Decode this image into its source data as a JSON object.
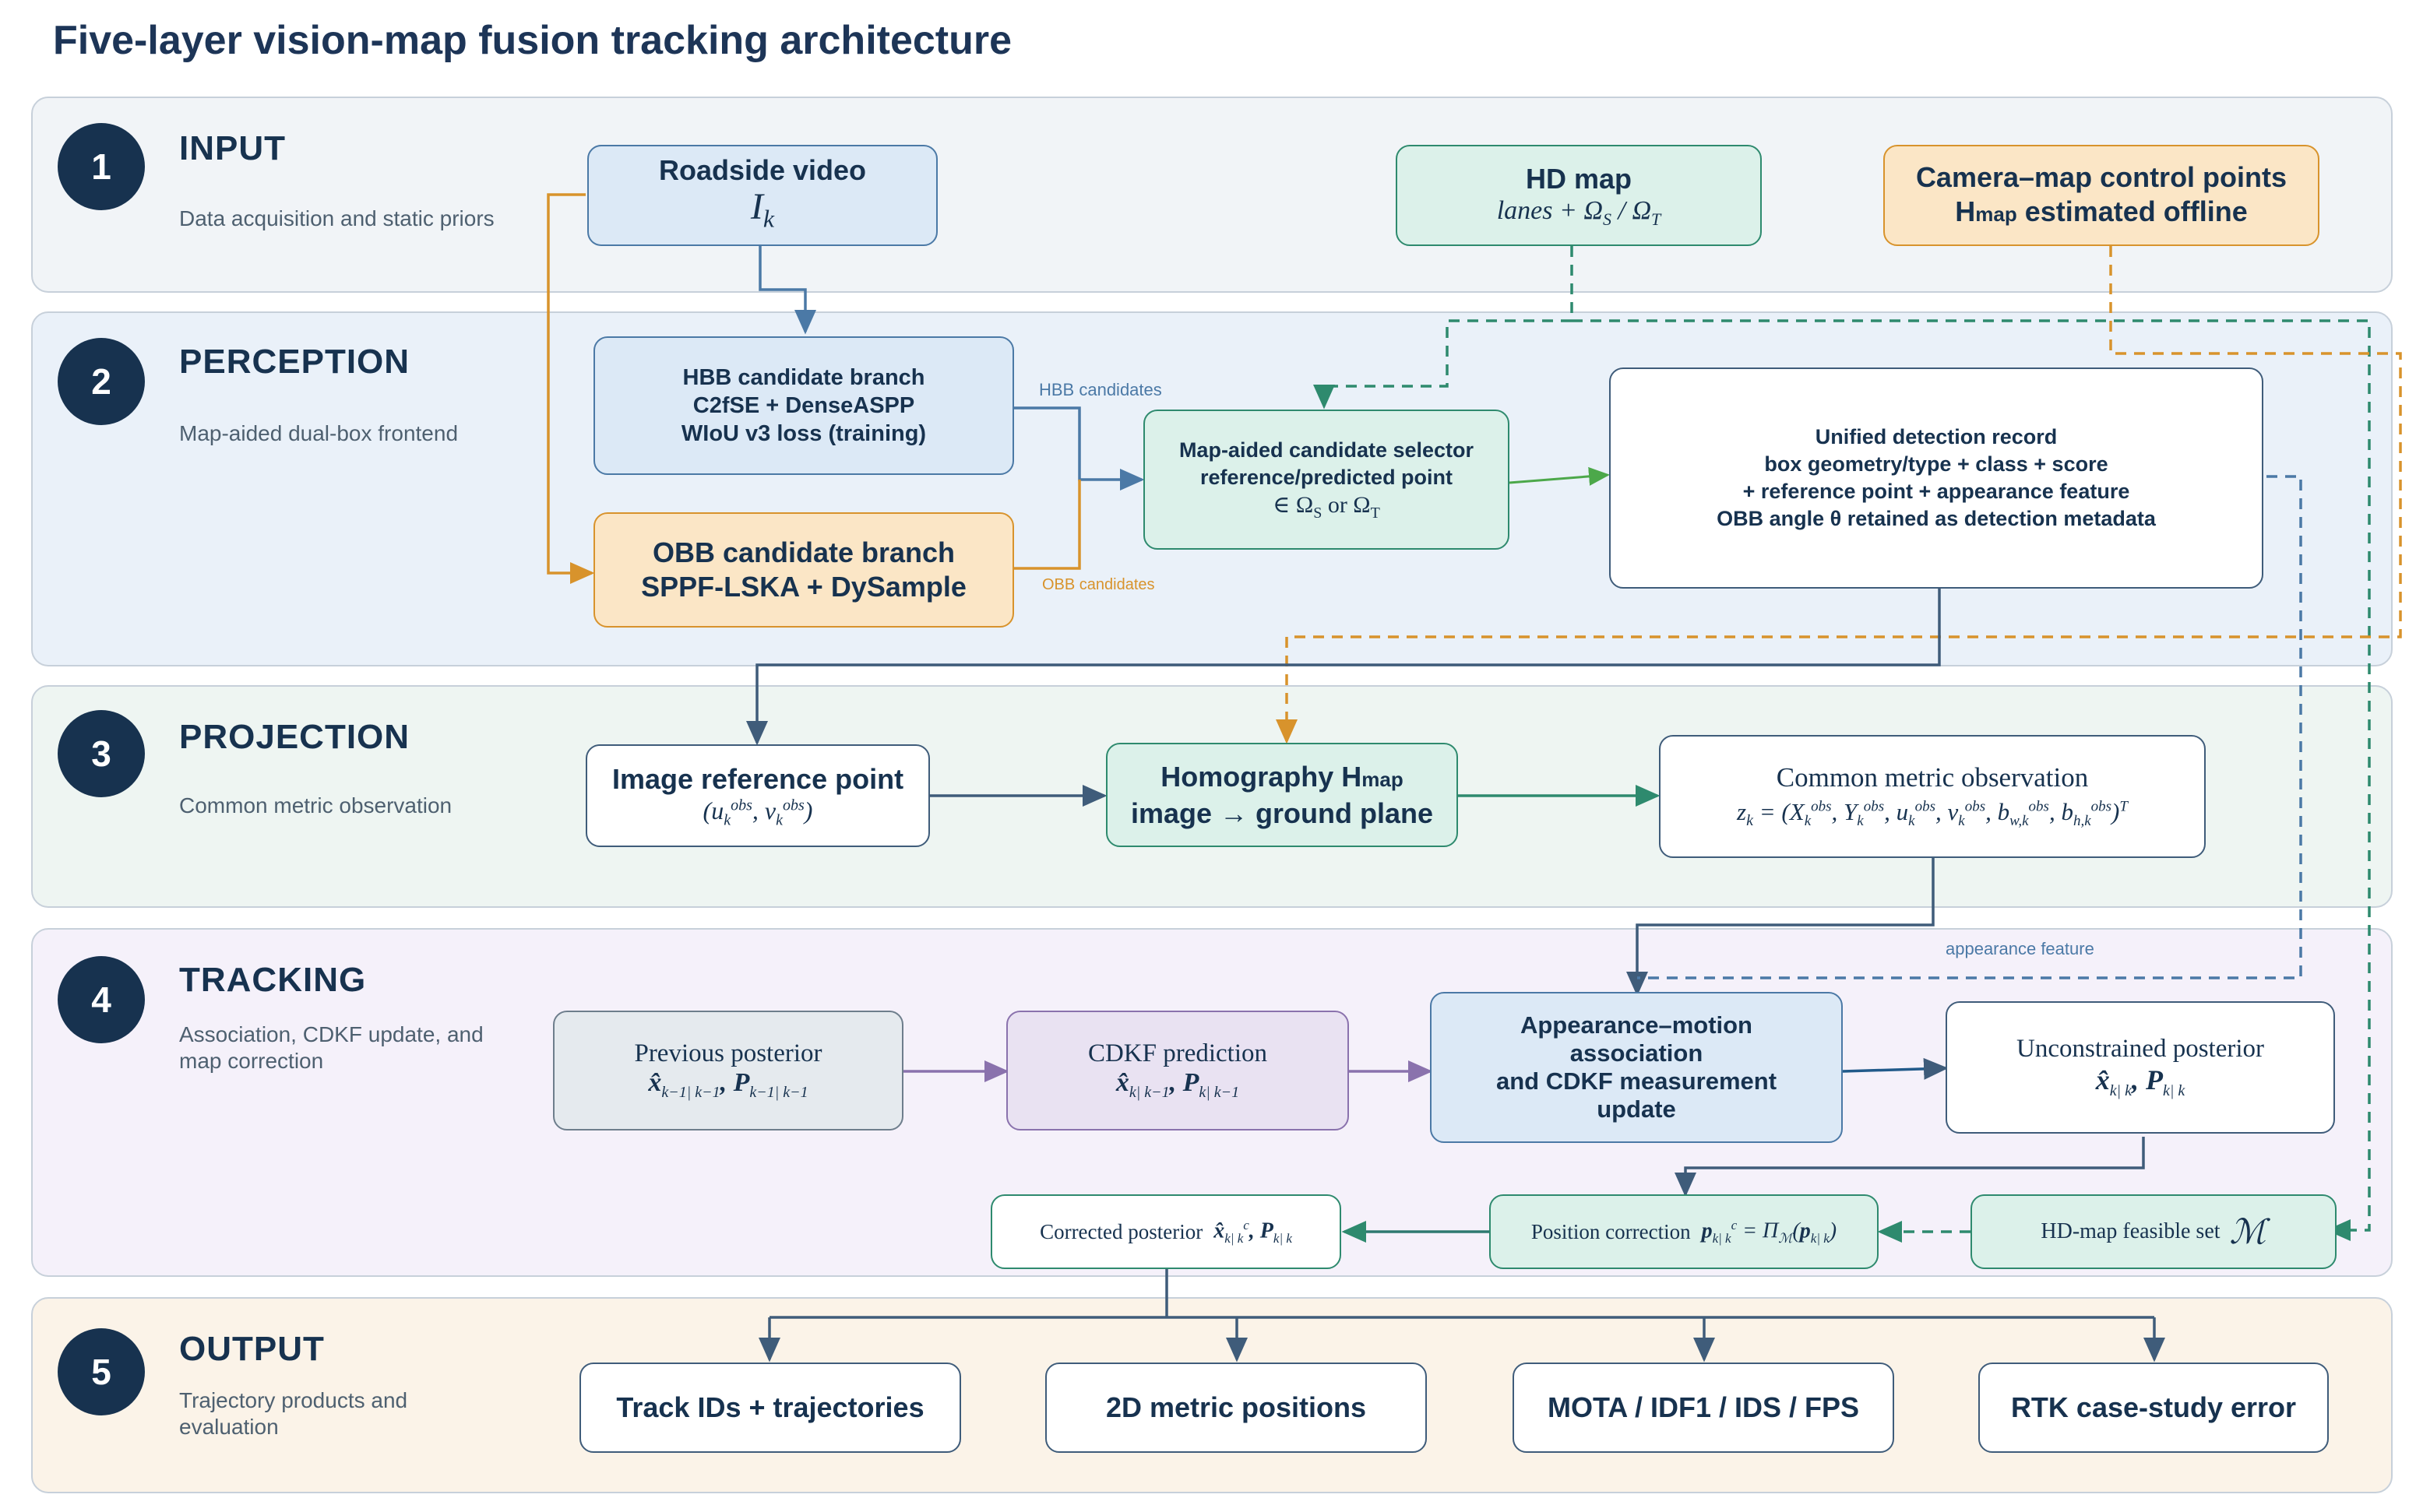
{
  "title": "Five-layer vision-map fusion tracking architecture",
  "layers": [
    {
      "number": "1",
      "name": "INPUT",
      "subtitle": "Data acquisition and static priors"
    },
    {
      "number": "2",
      "name": "PERCEPTION",
      "subtitle": "Map-aided dual-box frontend"
    },
    {
      "number": "3",
      "name": "PROJECTION",
      "subtitle": "Common metric observation"
    },
    {
      "number": "4",
      "name": "TRACKING",
      "subtitle": "Association, CDKF update, and map correction"
    },
    {
      "number": "5",
      "name": "OUTPUT",
      "subtitle": "Trajectory products and evaluation"
    }
  ],
  "input": {
    "video_title": "Roadside video",
    "video_symbol": "I",
    "video_subscript": "k",
    "hdmap_title": "HD map",
    "hdmap_formula": "lanes  + Ω",
    "hdmap_sub1": "S",
    "hdmap_sep": " / Ω",
    "hdmap_sub2": "T",
    "control_line1": "Camera–map control points",
    "control_line2_h": "H",
    "control_line2_sub": "map",
    "control_line2_rest": " estimated offline"
  },
  "perception": {
    "hbb_line1": "HBB candidate branch",
    "hbb_line2": "C2fSE + DenseASPP",
    "hbb_line3": "WIoU v3 loss (training)",
    "obb_line1": "OBB candidate branch",
    "obb_line2": "SPPF-LSKA + DySample",
    "selector_line1": "Map-aided candidate selector",
    "selector_line2": "reference/predicted point",
    "selector_line3a": "∈ Ω",
    "selector_sub1": "S",
    "selector_or": " or Ω",
    "selector_sub2": "T",
    "record_line1": "Unified detection record",
    "record_line2": "box geometry/type + class + score",
    "record_line3": "+ reference point + appearance feature",
    "record_line4": "OBB angle θ retained as detection metadata",
    "hbb_edge_label": "HBB candidates",
    "obb_edge_label": "OBB candidates"
  },
  "projection": {
    "refpoint_title": "Image reference point",
    "refpoint_formula": "(u_k^obs, v_k^obs)",
    "homography_line1_h": "Homography H",
    "homography_line1_sub": "map",
    "homography_line2": "image → ground plane",
    "metric_title": "Common metric observation",
    "metric_formula": "z_k = (X_k^obs, Y_k^obs, u_k^obs, v_k^obs, b_w,k^obs, b_h,k^obs)^T"
  },
  "tracking": {
    "prev_title": "Previous posterior",
    "prev_formula": "x̂_{k−1|k−1}, P_{k−1|k−1}",
    "cdkf_title": "CDKF prediction",
    "cdkf_formula": "x̂_{k|k−1}, P_{k|k−1}",
    "assoc_line1": "Appearance–motion",
    "assoc_line2": "association",
    "assoc_line3": "and CDKF measurement",
    "assoc_line4": "update",
    "unc_title": "Unconstrained posterior",
    "unc_formula": "x̂_{k|k}, P_{k|k}",
    "corrected_label": "Corrected posterior",
    "corrected_formula": "x̂^c_{k|k}, P_{k|k}",
    "poscorr_label": "Position correction",
    "poscorr_formula": "p^c_{k|k} = Π_M(p_{k|k})",
    "feasible_label": "HD-map feasible set",
    "feasible_symbol": "ℳ",
    "appearance_edge_label": "appearance feature"
  },
  "output": {
    "items": [
      "Track IDs + trajectories",
      "2D metric positions",
      "MOTA / IDF1 / IDS / FPS",
      "RTK case-study error"
    ]
  },
  "colors": {
    "navy": "#17324f",
    "blue_edge": "#4b79a6",
    "green_edge": "#2e8a6e",
    "orange_edge": "#d8932c",
    "purple_edge": "#8a72ad"
  }
}
